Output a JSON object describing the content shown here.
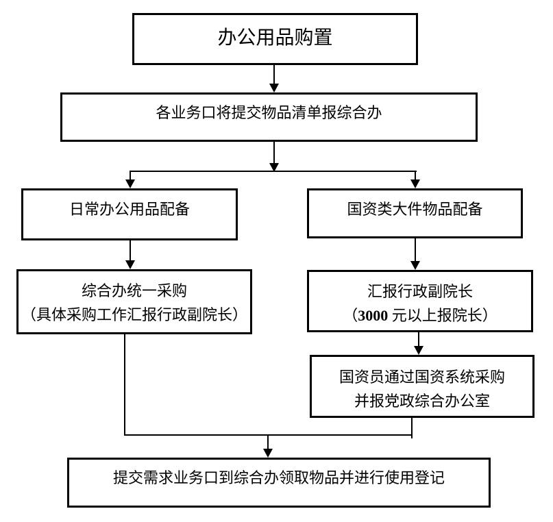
{
  "diagram": {
    "title": "办公用品购置",
    "colors": {
      "border": "#000000",
      "background": "#ffffff",
      "text": "#000000"
    },
    "nodes": {
      "start": {
        "label": "办公用品购置"
      },
      "submit": {
        "label": "各业务口将提交物品清单报综合办"
      },
      "daily": {
        "label": "日常办公用品配备"
      },
      "state": {
        "label": "国资类大件物品配备"
      },
      "purchase": {
        "line1": "综合办统一采购",
        "line2": "（具体采购工作汇报行政副院长）"
      },
      "report": {
        "line1": "汇报行政副院长",
        "line2_prefix": "（",
        "line2_bold": "3000",
        "line2_suffix": " 元以上报院长）"
      },
      "asset": {
        "line1": "国资员通过国资系统采购",
        "line2": "并报党政综合办公室"
      },
      "final": {
        "label": "提交需求业务口到综合办领取物品并进行使用登记"
      }
    }
  }
}
